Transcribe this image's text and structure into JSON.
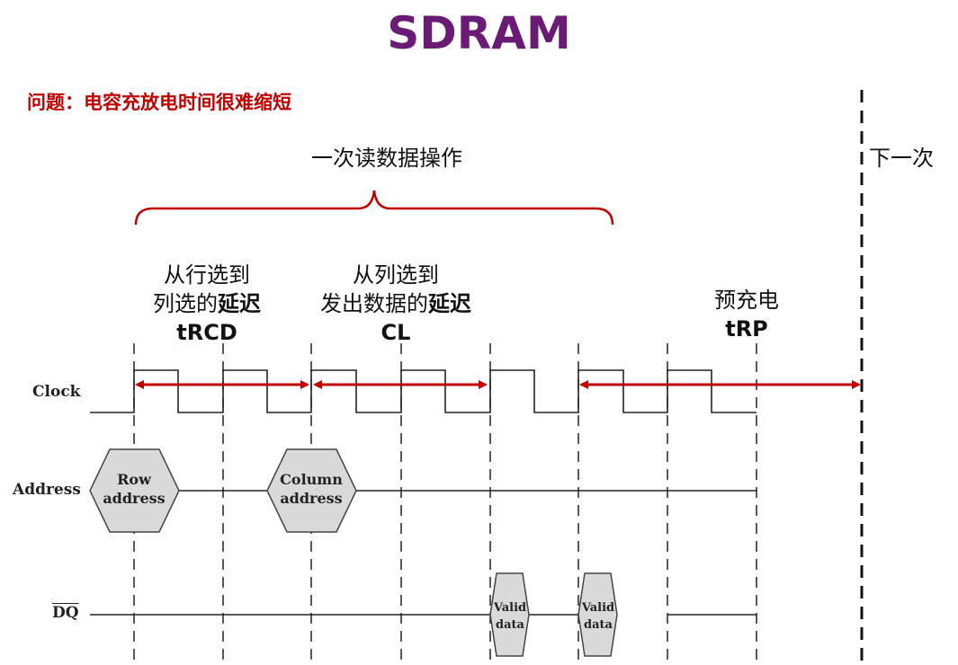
{
  "title": "SDRAM",
  "problem": "问题：电容充放电时间很难缩短",
  "read_op": "一次读数据操作",
  "next_op": "下一次",
  "trcd": {
    "line1": "从行选到",
    "line2a": "列选的",
    "line2b": "延迟",
    "name": "tRCD"
  },
  "cl": {
    "line1": "从列选到",
    "line2a": "发出数据的",
    "line2b": "延迟",
    "name": "CL"
  },
  "trp": {
    "line1": "预充电",
    "name": "tRP"
  },
  "signals": {
    "clock": "Clock",
    "address": "Address",
    "dq": "DQ"
  },
  "row_addr": [
    "Row",
    "address"
  ],
  "col_addr": [
    "Column",
    "address"
  ],
  "valid": [
    "Valid",
    "data"
  ],
  "colors": {
    "title": "#6a1b74",
    "accent": "#c00000",
    "shape_fill": "#d9d9d9"
  }
}
